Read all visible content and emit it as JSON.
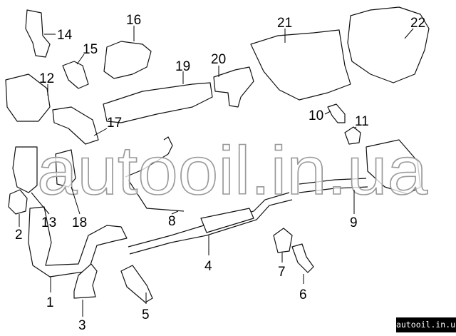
{
  "diagram": {
    "title": "Exhaust system parts diagram",
    "callouts": [
      "1",
      "2",
      "3",
      "4",
      "5",
      "6",
      "7",
      "8",
      "9",
      "10",
      "11",
      "12",
      "13",
      "14",
      "15",
      "16",
      "17",
      "18",
      "19",
      "20",
      "21",
      "22"
    ]
  },
  "watermark": {
    "text": "autooil.in.ua"
  },
  "badge": {
    "text": "autooil.in.ua"
  }
}
